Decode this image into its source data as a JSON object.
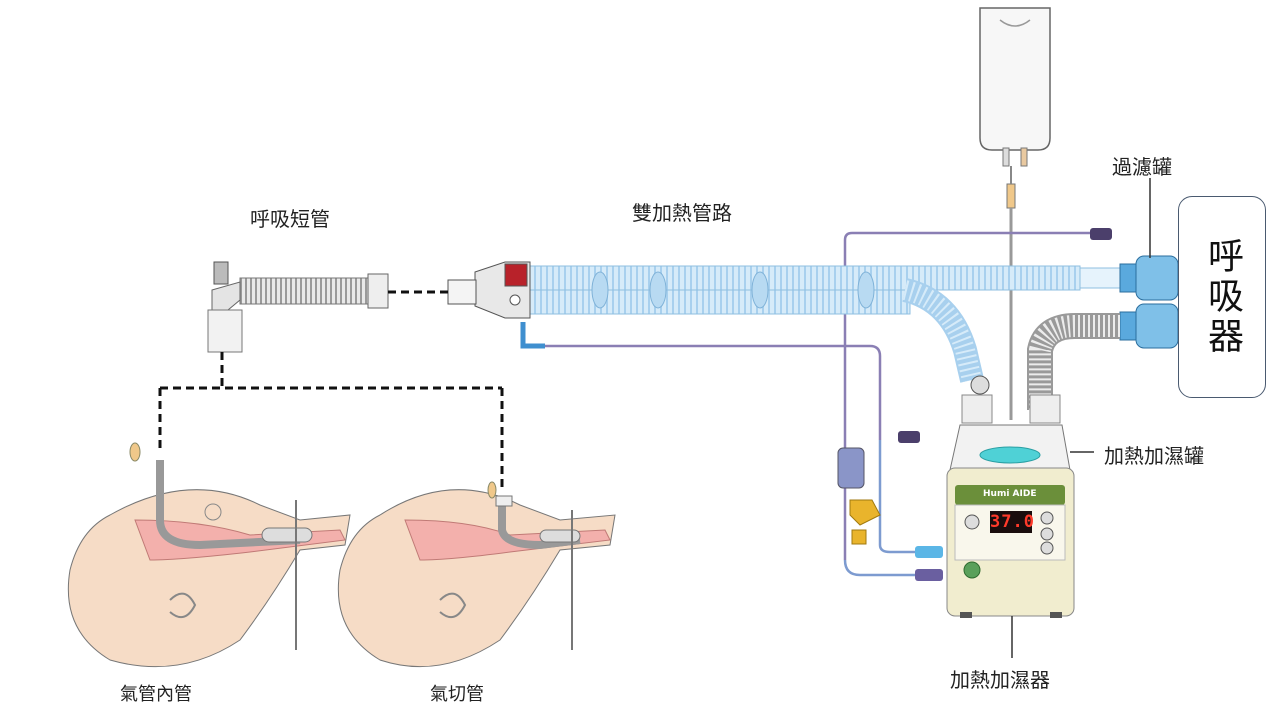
{
  "labels": {
    "breathing_short_tube": "呼吸短管",
    "dual_heated_circuit": "雙加熱管路",
    "filter_canister": "過濾罐",
    "ventilator": "呼吸器",
    "humidifier_chamber": "加熱加濕罐",
    "heated_humidifier": "加熱加濕器",
    "endotracheal_tube": "氣管內管",
    "tracheostomy_tube": "氣切管"
  },
  "device": {
    "brand": "Humi AIDE",
    "temperature_display": "37.0"
  },
  "colors": {
    "tube_blue": "#cfe6f7",
    "tube_stroke": "#8fbfe0",
    "connector_blue": "#5aa9dd",
    "skin": "#f6dcc6",
    "airway_pink": "#f3b0ac",
    "humidifier_body": "#f1edcf",
    "humidifier_panel": "#6b8f3a",
    "display_red": "#ff3a2a",
    "wire_purple": "#8a7fb4"
  }
}
